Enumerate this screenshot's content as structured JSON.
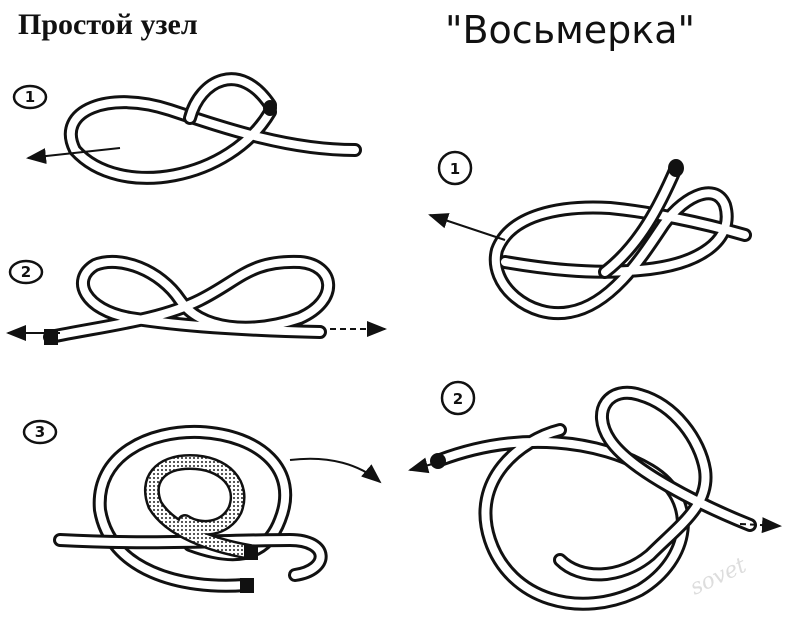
{
  "titles": {
    "left": "Простой узел",
    "right": "\"Восьмерка\""
  },
  "steps": {
    "simple_1": "1",
    "simple_2": "2",
    "simple_3": "3",
    "eight_1": "1",
    "eight_2": "2"
  },
  "watermark": "sovet"
}
